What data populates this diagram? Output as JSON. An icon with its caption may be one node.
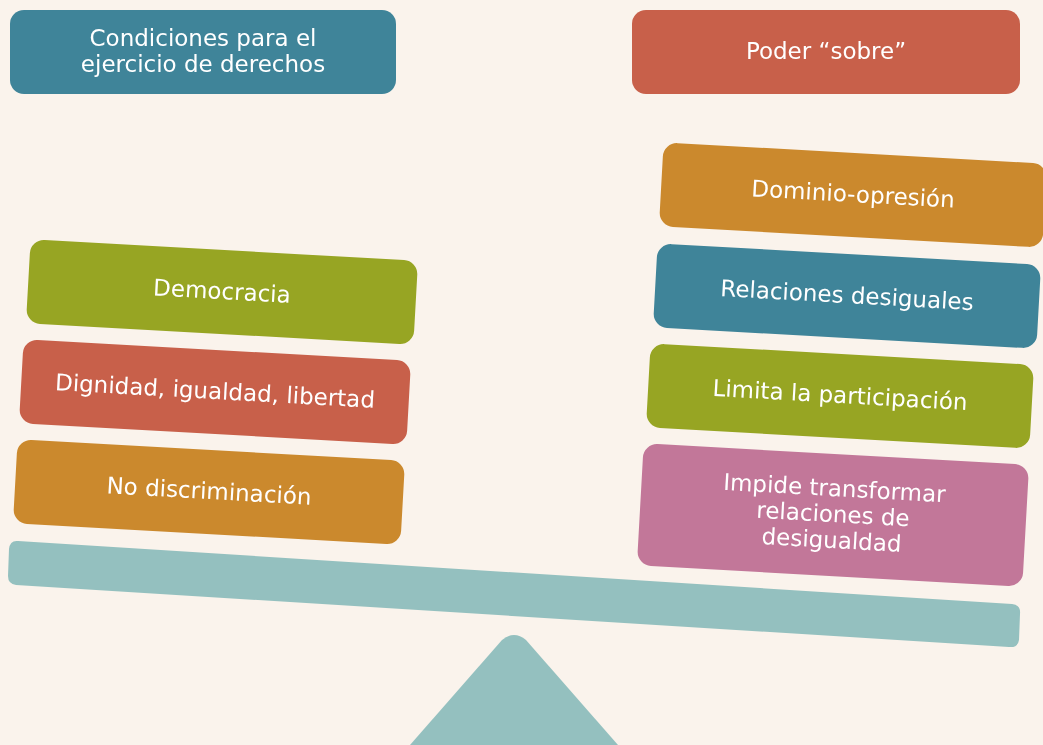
{
  "diagram": {
    "nodes": [
      {
        "text": [
          "Condiciones para el ejercicio de derechos"
        ]
      },
      {
        "text": [
          "Poder “sobre”"
        ]
      },
      {
        "text": [
          "Democracia"
        ]
      },
      {
        "text": [
          "Dignidad, igualdad, libertad"
        ]
      },
      {
        "text": [
          "No discriminación"
        ]
      },
      {
        "text": [
          "Dominio-opresión"
        ]
      },
      {
        "text": [
          "Relaciones desiguales"
        ]
      },
      {
        "text": [
          "Limita la participación"
        ]
      },
      {
        "text": [
          "Impide transformar relaciones de desigualdad"
        ]
      }
    ]
  }
}
